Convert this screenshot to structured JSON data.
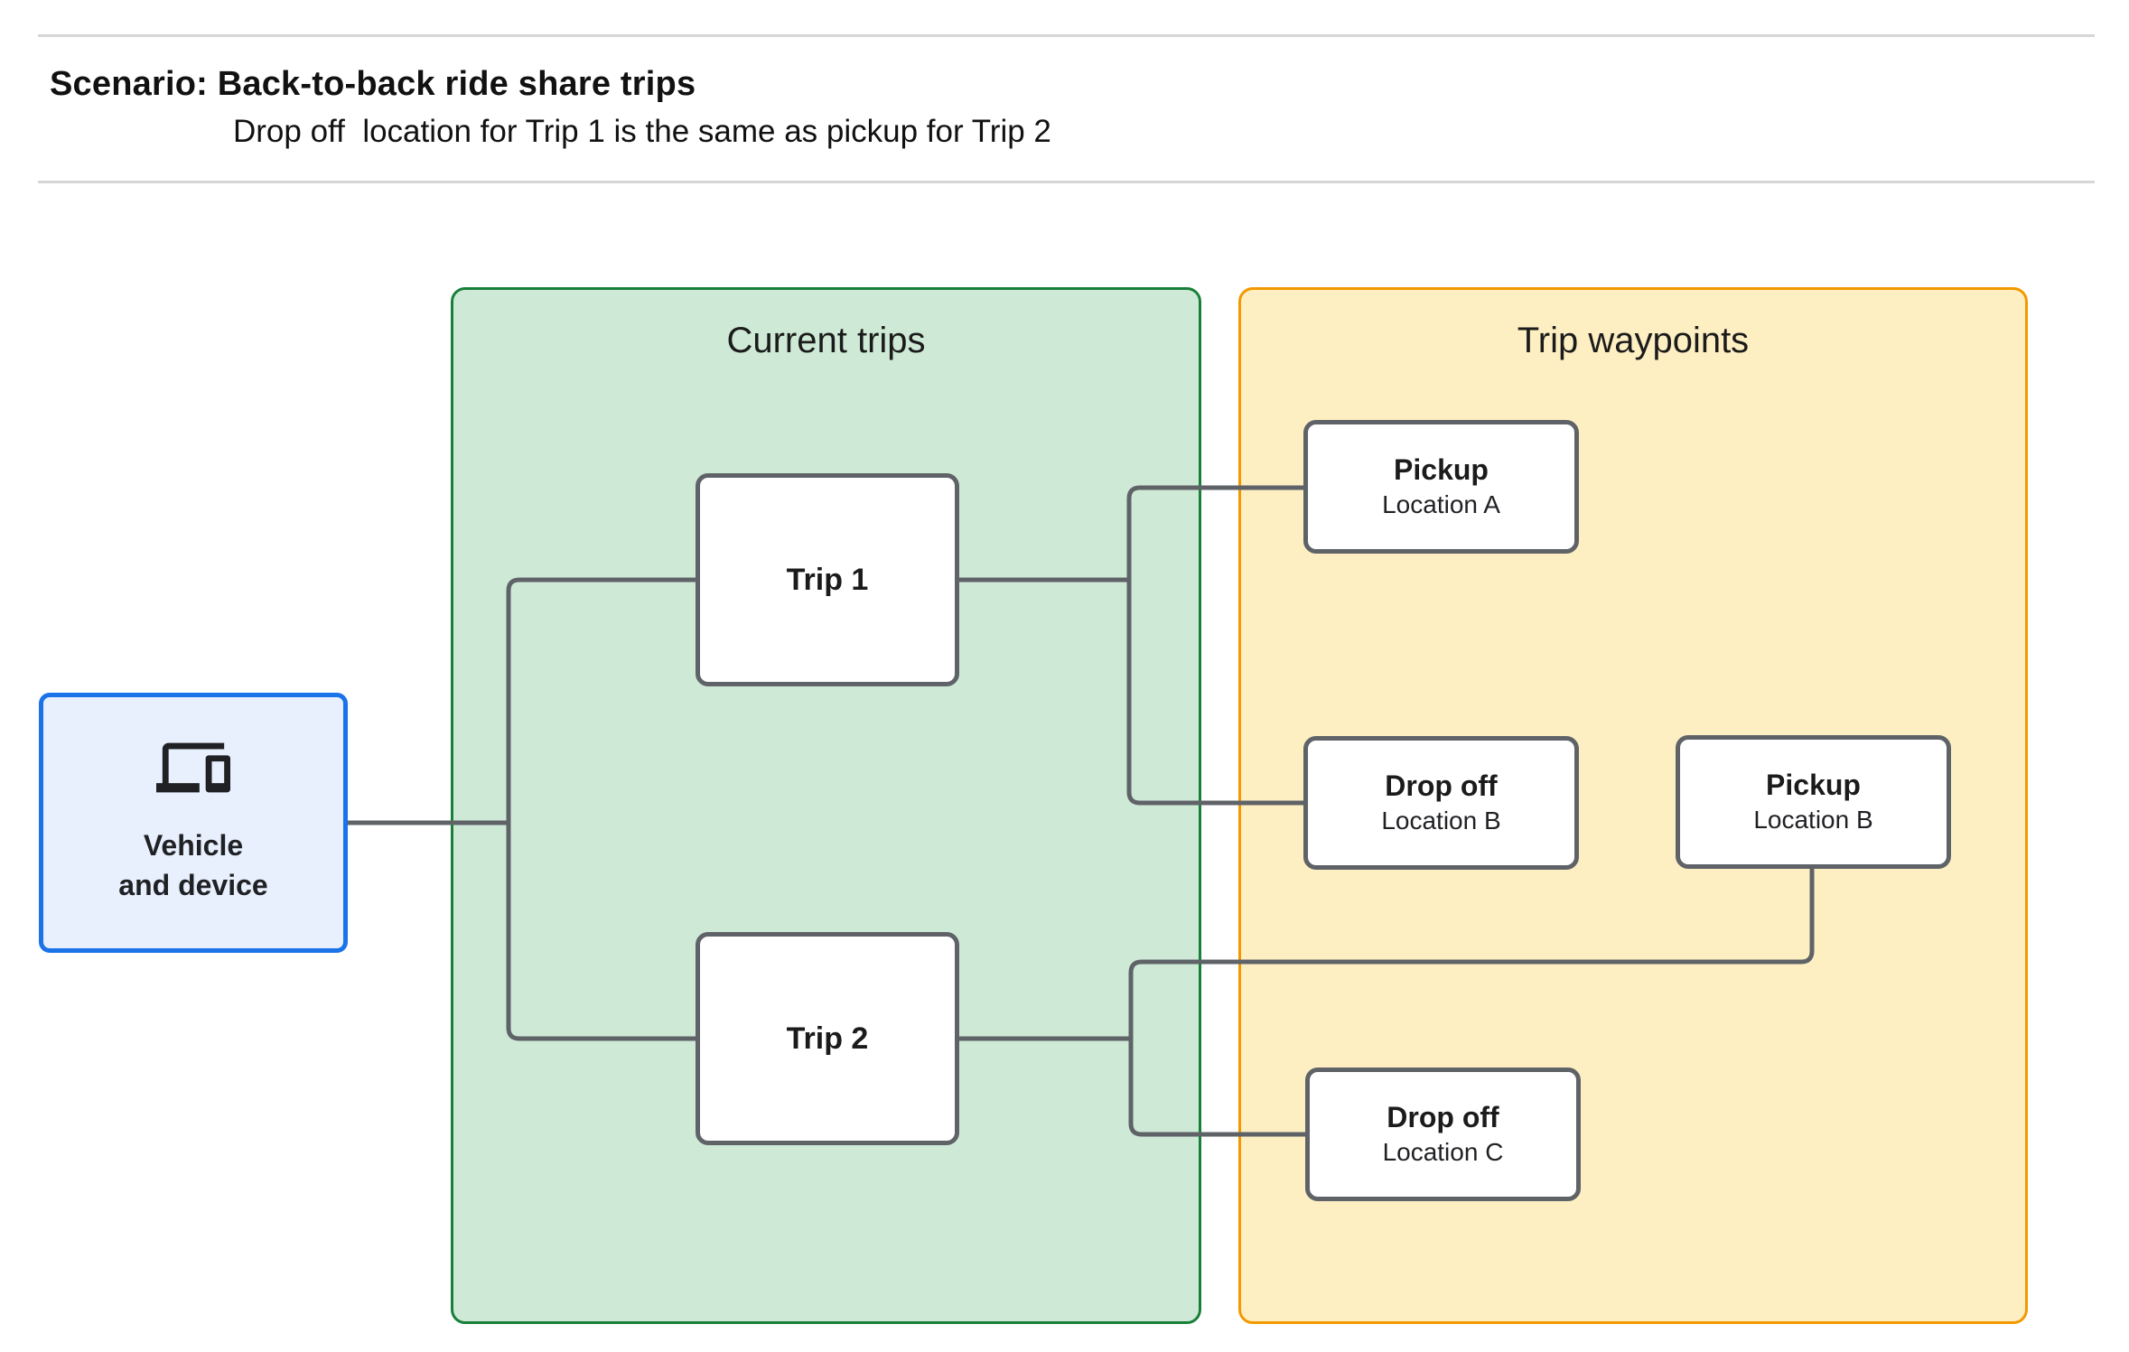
{
  "header": {
    "title": "Scenario: Back-to-back ride share trips",
    "subtitle": "Drop off  location for Trip 1 is the same as pickup for Trip 2"
  },
  "vehicle_node": {
    "icon": "devices-icon",
    "label_line1": "Vehicle",
    "label_line2": "and device"
  },
  "panels": {
    "current_trips": {
      "title": "Current trips",
      "trips": [
        {
          "label": "Trip 1"
        },
        {
          "label": "Trip 2"
        }
      ]
    },
    "trip_waypoints": {
      "title": "Trip waypoints",
      "waypoints": [
        {
          "title": "Pickup",
          "subtitle": "Location A"
        },
        {
          "title": "Drop off",
          "subtitle": "Location B"
        },
        {
          "title": "Pickup",
          "subtitle": "Location B"
        },
        {
          "title": "Drop off",
          "subtitle": "Location C"
        }
      ]
    }
  },
  "connections": [
    "Vehicle and device -> Trip 1",
    "Vehicle and device -> Trip 2",
    "Trip 1 -> Pickup Location A",
    "Trip 1 -> Drop off Location B",
    "Trip 2 -> Pickup Location B",
    "Trip 2 -> Drop off Location C"
  ],
  "colors": {
    "current_trips_fill": "#ceead6",
    "current_trips_border": "#188038",
    "trip_waypoints_fill": "#feefc3",
    "trip_waypoints_border": "#f29900",
    "vehicle_fill": "#e8f0fe",
    "vehicle_border": "#1a73e8",
    "node_border": "#5f6368",
    "connector": "#5f6368",
    "divider": "#d6d6d6",
    "text": "#202124"
  }
}
